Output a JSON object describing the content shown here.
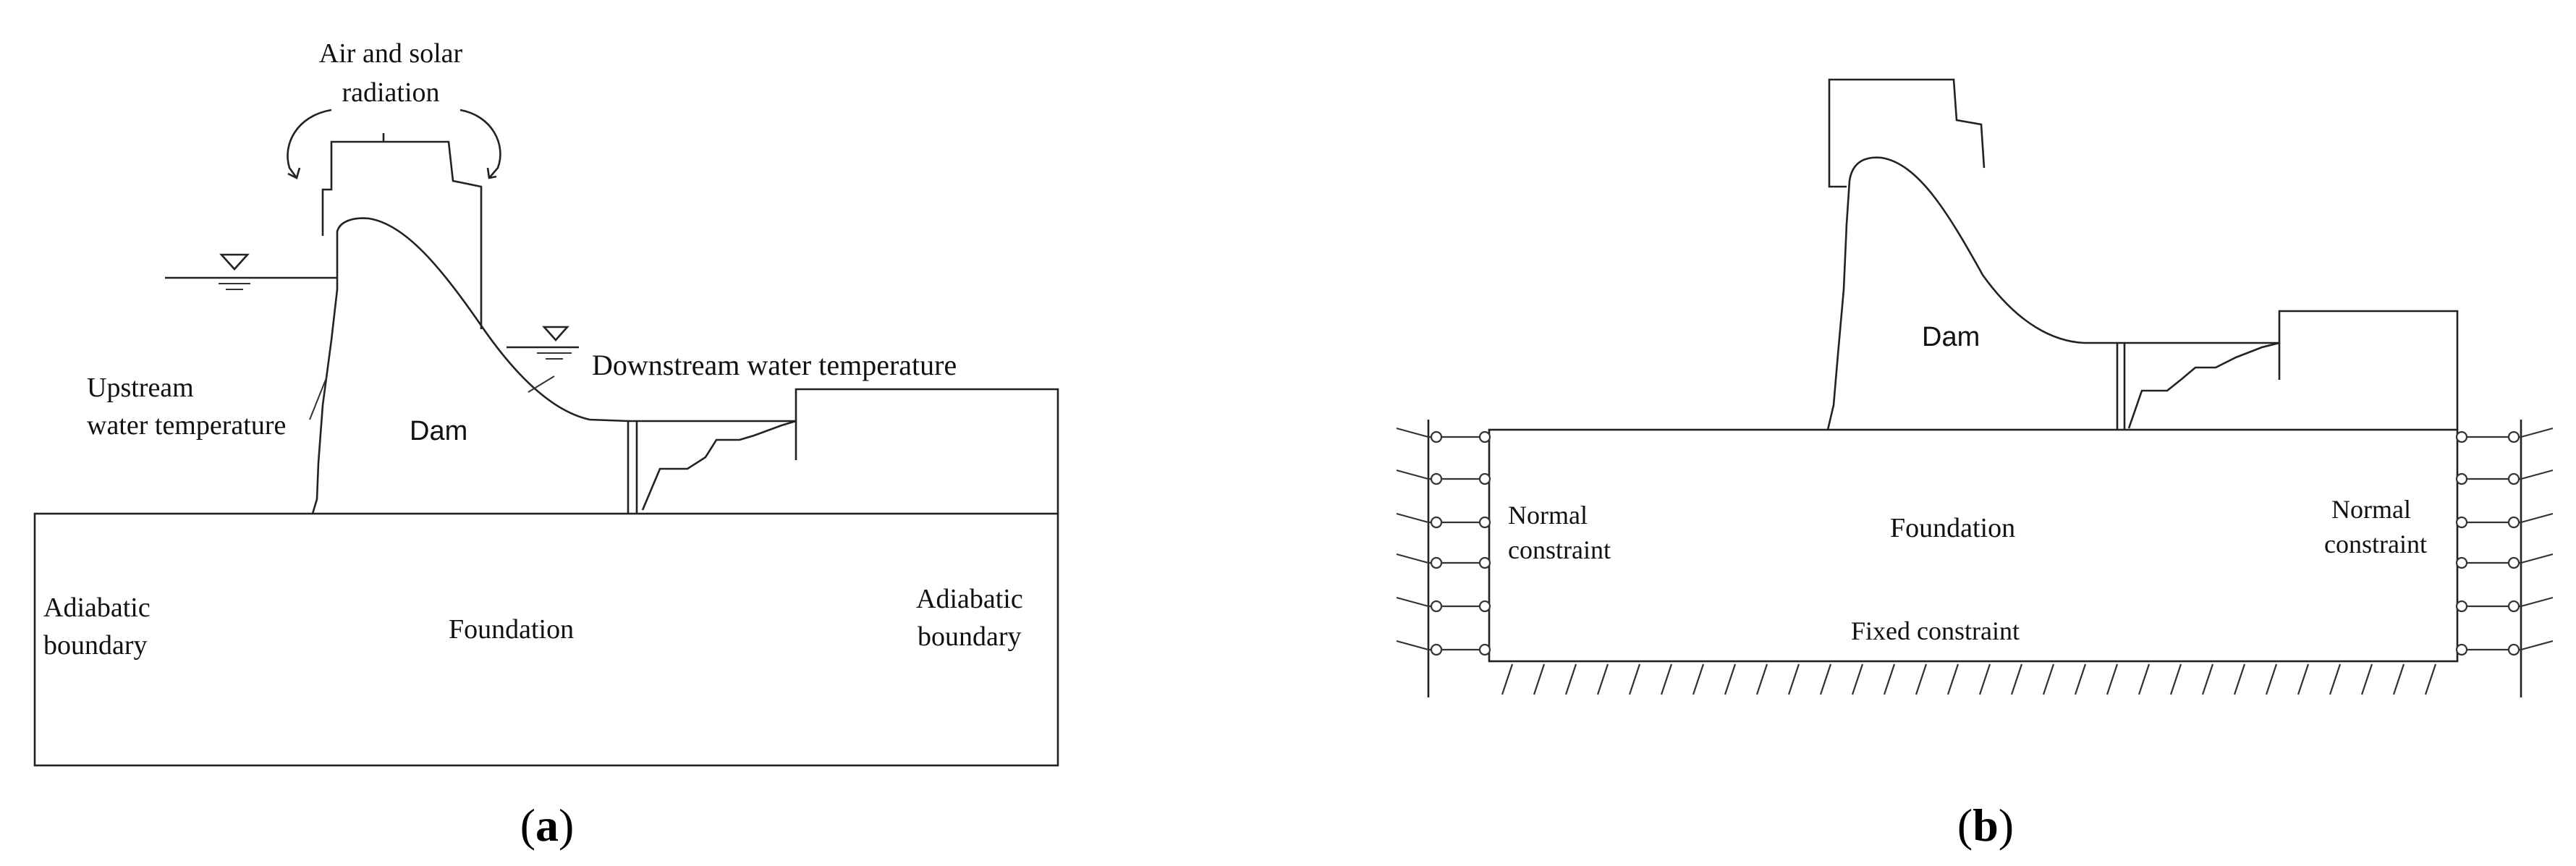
{
  "panel_a": {
    "label_air": "Air and solar",
    "label_radiation": "radiation",
    "label_upstream_1": "Upstream",
    "label_upstream_2": "water temperature",
    "label_downstream": "Downstream water temperature",
    "label_dam": "Dam",
    "label_foundation": "Foundation",
    "label_adiabatic_left_1": "Adiabatic",
    "label_adiabatic_left_2": "boundary",
    "label_adiabatic_right_1": "Adiabatic",
    "label_adiabatic_right_2": "boundary",
    "caption_open": "(",
    "caption_letter": "a",
    "caption_close": ")"
  },
  "panel_b": {
    "label_dam": "Dam",
    "label_foundation": "Foundation",
    "label_normal_left_1": "Normal",
    "label_normal_left_2": "constraint",
    "label_normal_right_1": "Normal",
    "label_normal_right_2": "constraint",
    "label_fixed": "Fixed constraint",
    "caption_open": "(",
    "caption_letter": "b",
    "caption_close": ")"
  }
}
